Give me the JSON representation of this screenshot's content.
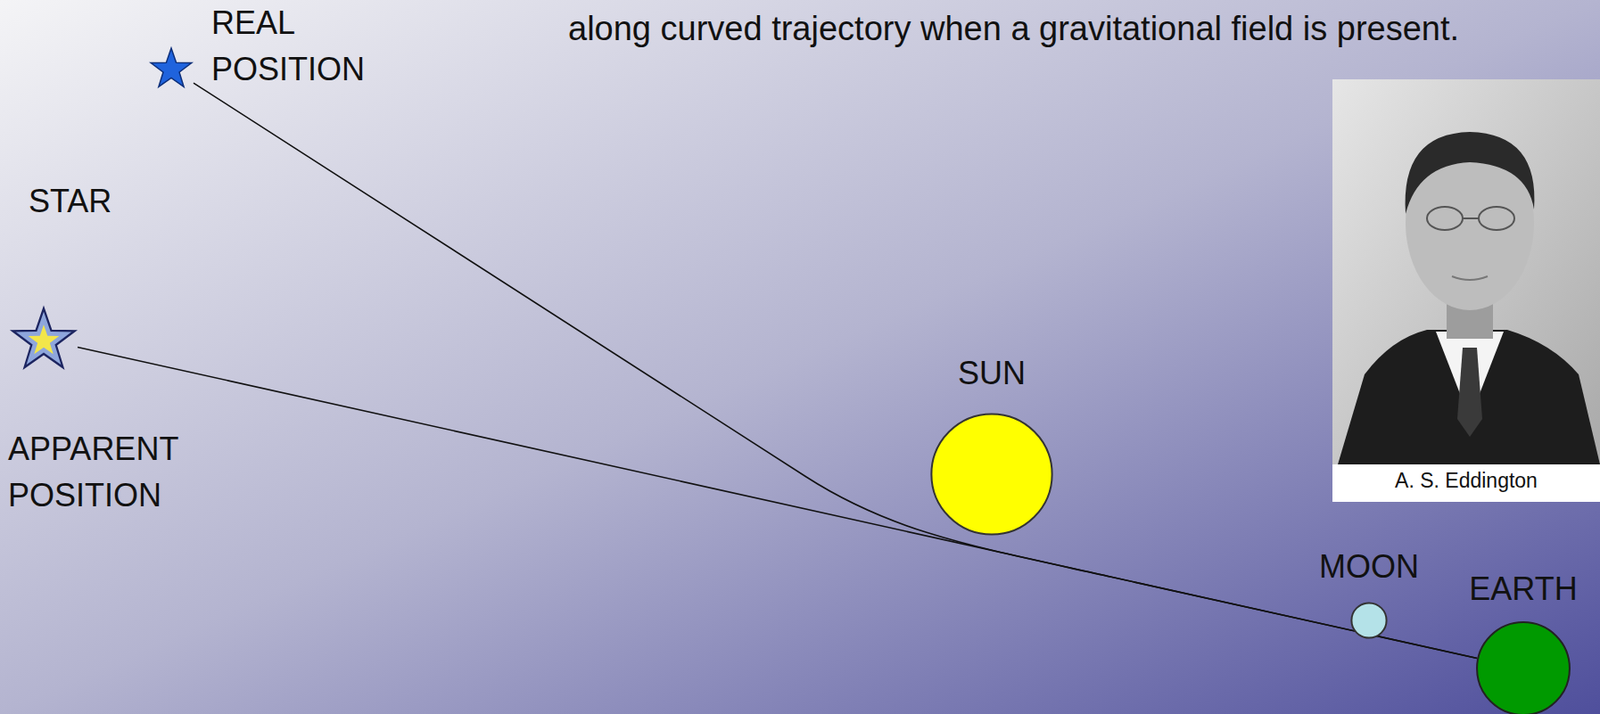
{
  "diagram": {
    "nodes": [
      {
        "text": [
          "REAL POSITION"
        ]
      },
      {
        "text": [
          "APPARENT POSITION"
        ]
      },
      {
        "text": [
          "SUN"
        ]
      },
      {
        "text": [
          "MOON"
        ]
      },
      {
        "text": [
          "EARTH"
        ]
      }
    ],
    "edges": [
      {
        "from": 0,
        "to": 4,
        "arrow": "none"
      },
      {
        "from": 1,
        "to": 4,
        "arrow": "none"
      }
    ],
    "labels": [
      "along curved trajectory when a gravitational field is present.",
      "STAR",
      "A. S. Eddington"
    ]
  }
}
